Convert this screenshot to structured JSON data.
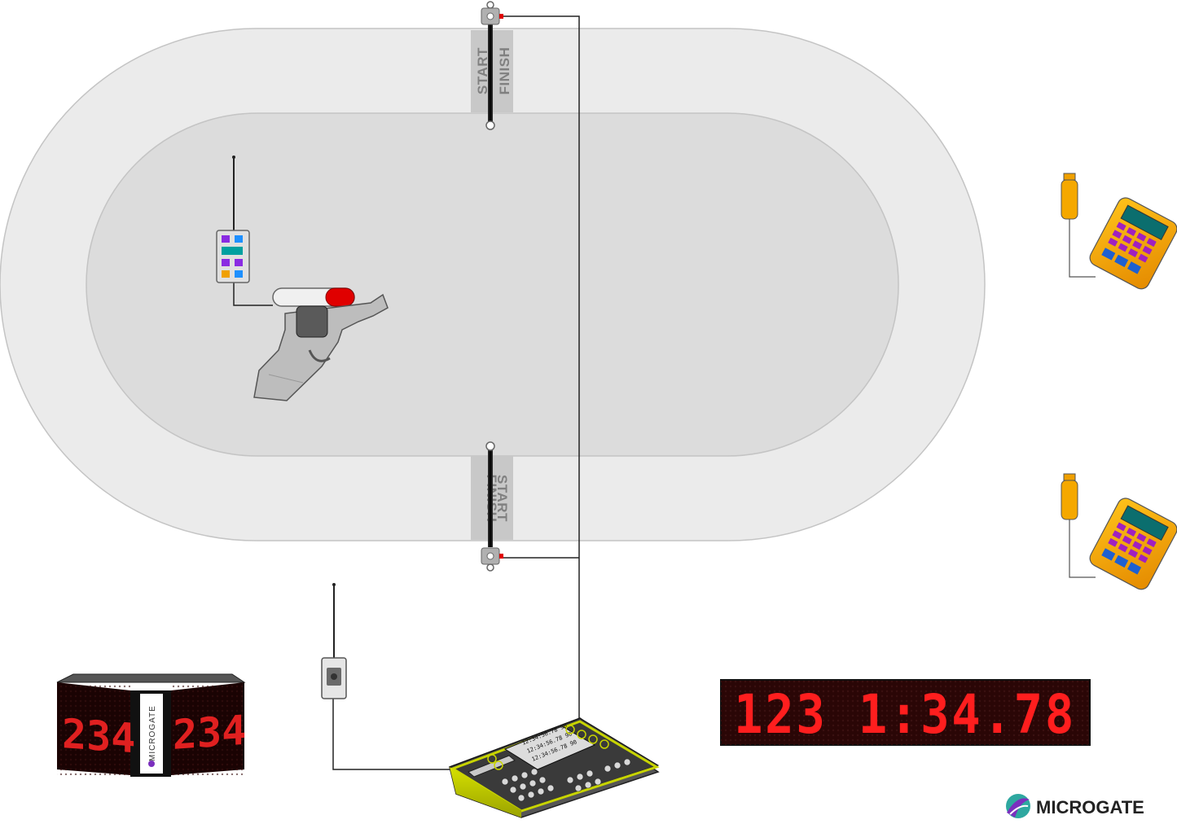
{
  "labels": {
    "start": "START",
    "finish": "FINISH"
  },
  "scoreboard": {
    "text": "123 1:34.78"
  },
  "cube_display": {
    "digits": "234",
    "brand": "MICROGATE"
  },
  "timer_screen": {
    "line1": "12:34:56.78 90",
    "line2": "12:34:56.78 90",
    "line3": "12:34:56.78 90"
  },
  "brand": {
    "name": "MICROGATE"
  },
  "colors": {
    "track_outer": "#ebebeb",
    "track_inner": "#dcdcdc",
    "led_red": "#ff1e1e",
    "handheld_orange": "#f5a800",
    "timer_yellow": "#c8d400"
  },
  "icons": {
    "gun": "starting-pistol-icon",
    "transmitter": "radio-transmitter-icon",
    "photocell": "photocell-icon",
    "handheld": "handheld-keypad-icon",
    "timer": "chronometer-console-icon",
    "logo": "microgate-logo-icon"
  }
}
